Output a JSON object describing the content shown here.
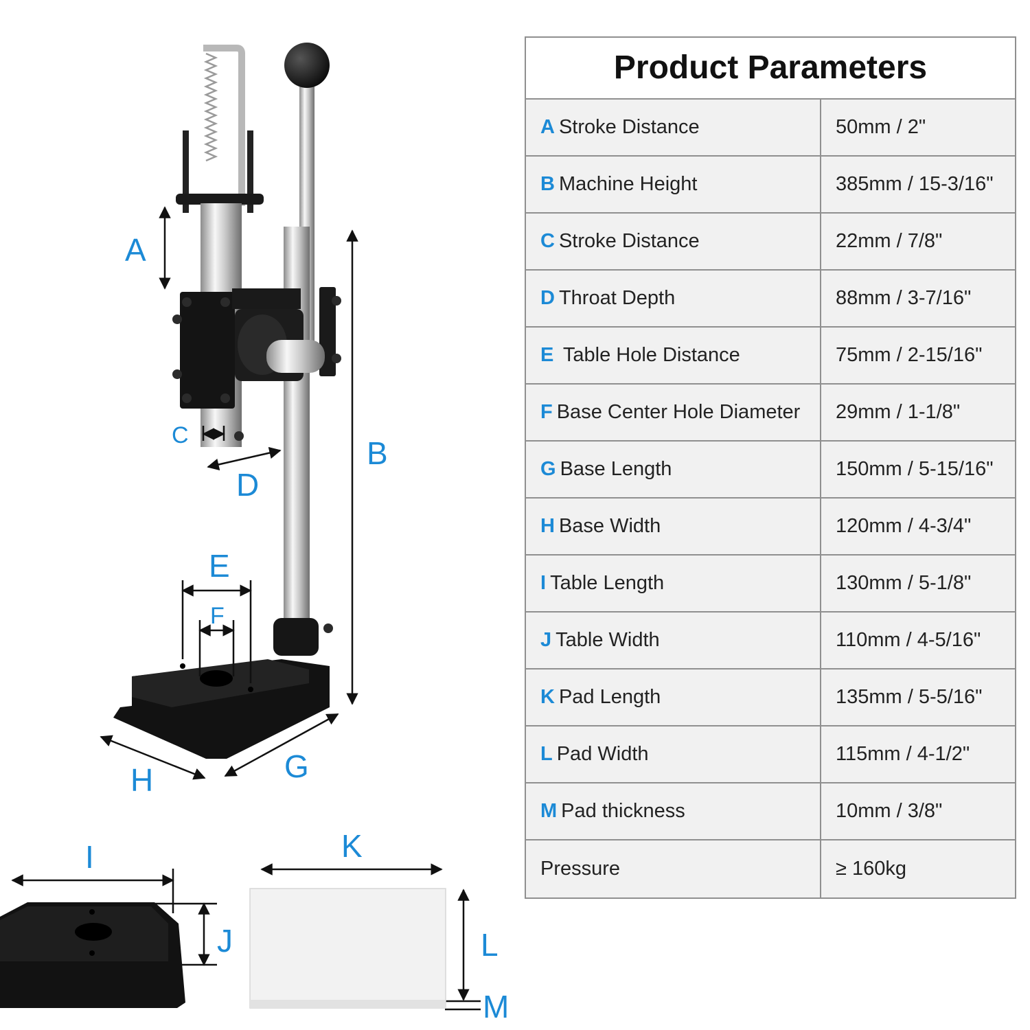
{
  "illustration": {
    "labels": {
      "A": "A",
      "B": "B",
      "C": "C",
      "D": "D",
      "E": "E",
      "F": "F",
      "G": "G",
      "H": "H",
      "I": "I",
      "J": "J",
      "K": "K",
      "L": "L",
      "M": "M"
    }
  },
  "table": {
    "title": "Product Parameters",
    "rows": [
      {
        "letter": "A",
        "name": "Stroke Distance",
        "value": "50mm / 2\""
      },
      {
        "letter": "B",
        "name": "Machine Height",
        "value": "385mm / 15-3/16\""
      },
      {
        "letter": "C",
        "name": "Stroke Distance",
        "value": "22mm / 7/8\""
      },
      {
        "letter": "D",
        "name": "Throat Depth",
        "value": "88mm / 3-7/16\""
      },
      {
        "letter": "E",
        "name": " Table Hole Distance",
        "value": "75mm / 2-15/16\""
      },
      {
        "letter": "F",
        "name": "Base Center Hole Diameter",
        "value": "29mm / 1-1/8\""
      },
      {
        "letter": "G",
        "name": "Base Length",
        "value": "150mm / 5-15/16\""
      },
      {
        "letter": "H",
        "name": "Base Width",
        "value": "120mm / 4-3/4\""
      },
      {
        "letter": "I",
        "name": "Table Length",
        "value": "130mm / 5-1/8\""
      },
      {
        "letter": "J",
        "name": "Table Width",
        "value": "110mm / 4-5/16\""
      },
      {
        "letter": "K",
        "name": "Pad Length",
        "value": "135mm / 5-5/16\""
      },
      {
        "letter": "L",
        "name": "Pad Width",
        "value": "115mm / 4-1/2\""
      },
      {
        "letter": "M",
        "name": "Pad thickness",
        "value": "10mm / 3/8\""
      },
      {
        "letter": "",
        "name": "Pressure",
        "value": "≥ 160kg"
      }
    ]
  }
}
